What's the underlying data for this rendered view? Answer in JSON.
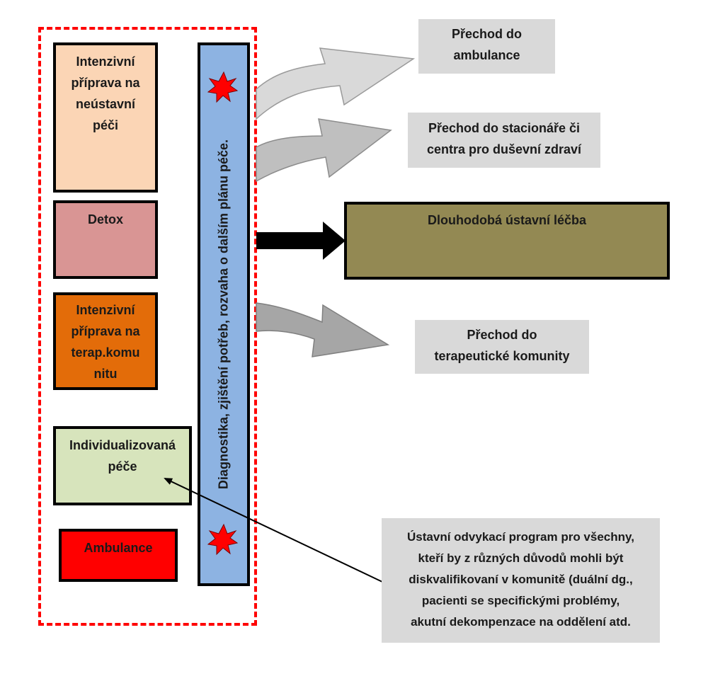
{
  "colors": {
    "intensive_outpatient": "#fbd5b5",
    "detox": "#d99594",
    "intensive_community": "#e36c09",
    "individualized": "#d7e4bc",
    "ambulance": "#ff0000",
    "diagnostic_bar": "#8db3e2",
    "long_term": "#938953",
    "destination_boxes": "#d9d9d9",
    "dashed_border": "#ff0000"
  },
  "left_column": {
    "intensive_outpatient": {
      "lines": [
        "Intenzivní",
        "příprava na",
        "neústavní",
        "péči"
      ]
    },
    "detox": {
      "lines": [
        "Detox"
      ]
    },
    "intensive_community": {
      "lines": [
        "Intenzivní",
        "příprava na",
        "terap.komu",
        "nitu"
      ]
    },
    "individualized": {
      "lines": [
        "Individualizovaná",
        "péče"
      ]
    },
    "ambulance": {
      "lines": [
        "Ambulance"
      ]
    }
  },
  "diagnostic_bar": {
    "label": "Diagnostika, zjištění potřeb, rozvaha o dalším plánu péče."
  },
  "destinations": {
    "ambulance_transfer": {
      "lines": [
        "Přechod do",
        "ambulance"
      ]
    },
    "stationary_transfer": {
      "lines": [
        "Přechod do stacionáře či",
        "centra pro duševní zdraví"
      ]
    },
    "long_term_care": {
      "lines": [
        "Dlouhodobá ústavní léčba"
      ]
    },
    "community_transfer": {
      "lines": [
        "Přechod do",
        "terapeutické komunity"
      ]
    }
  },
  "note": {
    "lines": [
      "Ústavní odvykací program pro všechny,",
      "kteří by z různých důvodů mohli být",
      "diskvalifikovaní v komunitě (duální dg.,",
      "pacienti se specifickými problémy,",
      "akutní dekompenzace na oddělení atd."
    ]
  }
}
